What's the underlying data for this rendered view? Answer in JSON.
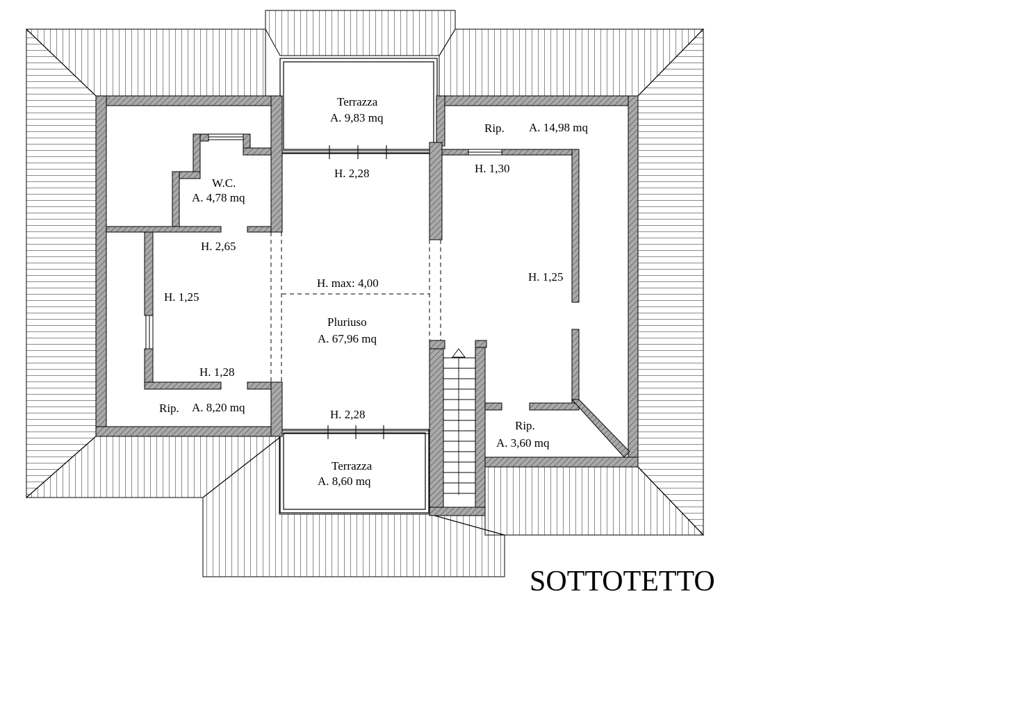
{
  "title": "SOTTOTETTO",
  "rooms": {
    "terrazza_top": {
      "name": "Terrazza",
      "area": "A.  9,83 mq"
    },
    "rip_top_right": {
      "name": "Rip.",
      "area": "A.  14,98 mq"
    },
    "wc": {
      "name": "W.C.",
      "area": "A.  4,78 mq"
    },
    "pluriuso": {
      "name": "Pluriuso",
      "area": "A.  67,96 mq"
    },
    "rip_left": {
      "name": "Rip.",
      "area": "A.  8,20 mq"
    },
    "rip_bottom_right": {
      "name": "Rip.",
      "area": "A.  3,60 mq"
    },
    "terrazza_bottom": {
      "name": "Terrazza",
      "area": "A.  8,60 mq"
    }
  },
  "heights": {
    "terrace_top_door": "H. 2,28",
    "rip_top_window": "H. 1,30",
    "wc_door": "H. 2,65",
    "center_max": "H. max: 4,00",
    "left_wall": "H. 1,25",
    "right_wall": "H. 1,25",
    "left_bottom": "H. 1,28",
    "terrace_bottom_door": "H. 2,28"
  },
  "colors": {
    "wall_fill": "#a9a9a9",
    "line": "#000000",
    "background": "#ffffff"
  }
}
